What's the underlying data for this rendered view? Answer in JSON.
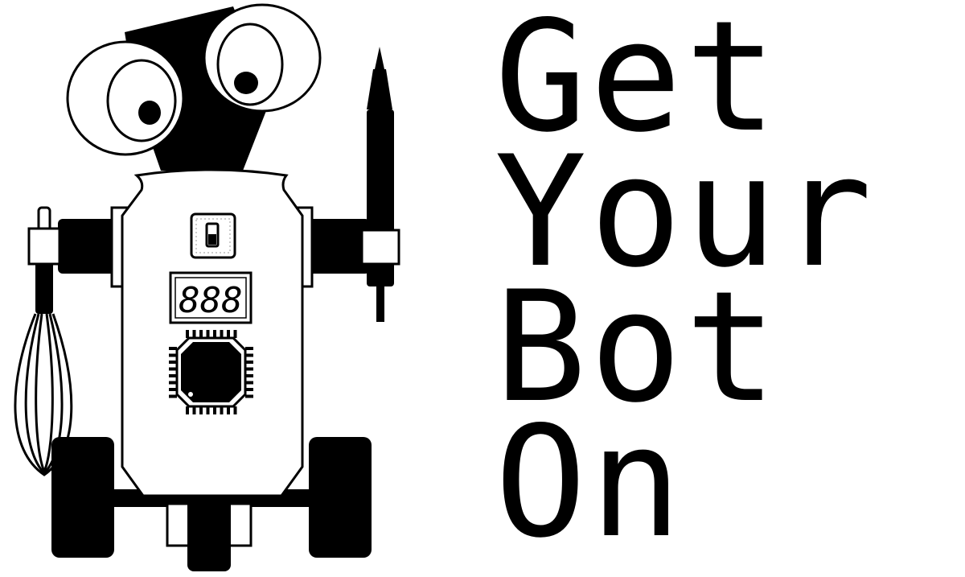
{
  "title": {
    "lines": [
      "Get",
      "Your",
      "Bot",
      "On"
    ]
  },
  "robot": {
    "display_readout": "888"
  },
  "colors": {
    "ink": "#000000",
    "paper": "#ffffff"
  }
}
